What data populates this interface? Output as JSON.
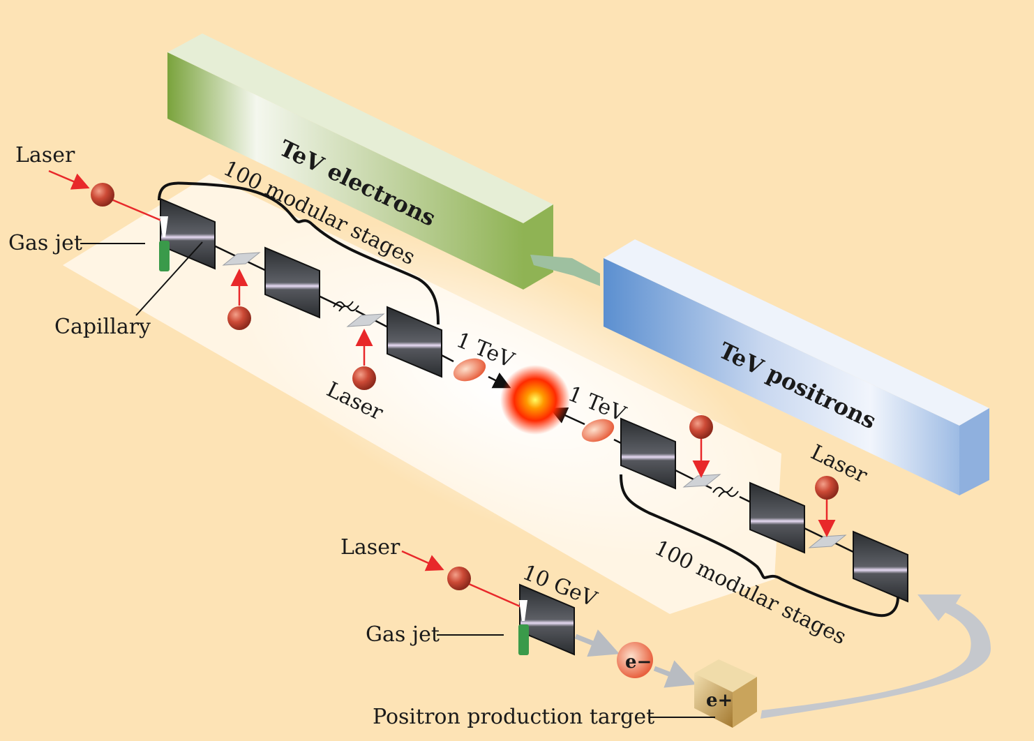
{
  "labels": {
    "laser_top_left": "Laser",
    "gas_jet_top": "Gas jet",
    "capillary": "Capillary",
    "modular_stages_top": "100 modular stages",
    "laser_middle": "Laser",
    "tev_electrons": "TeV electrons",
    "tev_positrons": "TeV positrons",
    "energy_electron": "1 TeV",
    "energy_positron": "1 TeV",
    "laser_right": "Laser",
    "modular_stages_bottom": "100 modular stages",
    "laser_bottom": "Laser",
    "gas_jet_bottom": "Gas jet",
    "energy_injector": "10 GeV",
    "electron_symbol": "e−",
    "positron_symbol": "e+",
    "positron_target": "Positron production target"
  },
  "colors": {
    "background": "#fde3b5",
    "electron_box": "#7aa33c",
    "positron_box": "#5b8fd0",
    "laser": "#e8282a",
    "laser_ball": "#c0392b",
    "gas_jet": "#3a9a4a",
    "collision": "#ff3300"
  }
}
